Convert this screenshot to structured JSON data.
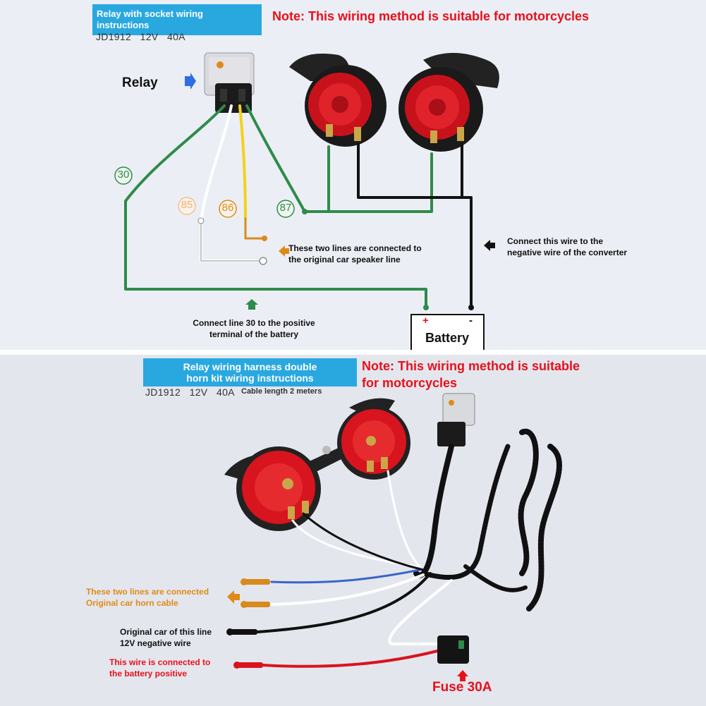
{
  "top": {
    "badge": "Relay with socket wiring instructions",
    "note": "Note: This wiring method is suitable for motorcycles",
    "spec": "JD1912   12V   40A",
    "relay_label": "Relay",
    "pins": {
      "p30": "30",
      "p85": "85",
      "p86": "86",
      "p87": "87"
    },
    "speaker_note_1": "These two lines are connected to",
    "speaker_note_2": "the original car speaker line",
    "converter_note_1": "Connect this wire to the",
    "converter_note_2": "negative wire of the converter",
    "line30_note_1": "Connect line 30 to the positive",
    "line30_note_2": "terminal of the battery",
    "battery_label": "Battery",
    "battery_plus": "+",
    "battery_minus": "-"
  },
  "bottom": {
    "badge_1": "Relay wiring harness double",
    "badge_2": "horn kit wiring instructions",
    "note_1": "Note: This wiring method is suitable",
    "note_2": "for motorcycles",
    "spec": "JD1912   12V   40A",
    "cable_length": "Cable length 2 meters",
    "horn_note_1": "These two lines are connected",
    "horn_note_2": "Original car horn cable",
    "neg_note_1": "Original car of this line",
    "neg_note_2": "12V negative wire",
    "pos_note_1": "This wire is connected to",
    "pos_note_2": "the battery positive",
    "fuse_label": "Fuse 30A"
  },
  "colors": {
    "accent_blue": "#29a8e0",
    "note_red": "#e8101a",
    "wire_green": "#2e8b4a",
    "wire_yellow": "#f2d21c",
    "wire_orange": "#d98a1c",
    "horn_red": "#d8141e"
  }
}
